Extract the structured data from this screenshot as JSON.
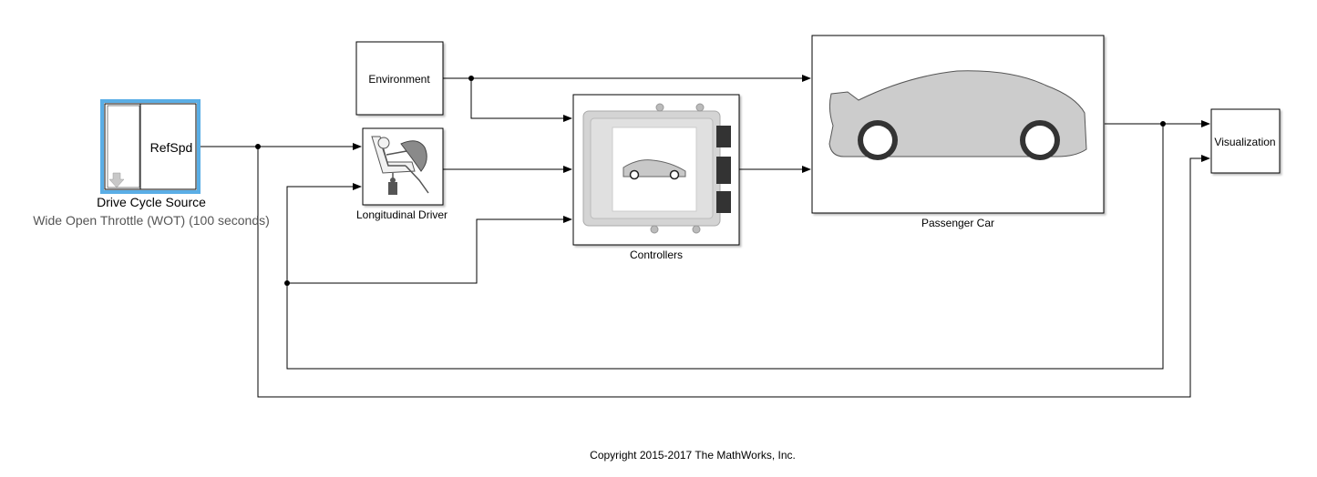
{
  "blocks": {
    "drive_cycle_source": {
      "port_label": "RefSpd",
      "name": "Drive Cycle Source",
      "subtitle": "Wide Open Throttle (WOT) (100  seconds)"
    },
    "environment": {
      "label": "Environment"
    },
    "longitudinal_driver": {
      "name": "Longitudinal Driver"
    },
    "controllers": {
      "name": "Controllers"
    },
    "passenger_car": {
      "name": "Passenger Car"
    },
    "visualization": {
      "label": "Visualization"
    }
  },
  "footer": {
    "copyright": "Copyright 2015-2017 The MathWorks, Inc."
  },
  "colors": {
    "selection": "#5aaee6",
    "wire": "#000000",
    "car_body": "#cccccc",
    "ecu_body": "#d4d4d4"
  }
}
